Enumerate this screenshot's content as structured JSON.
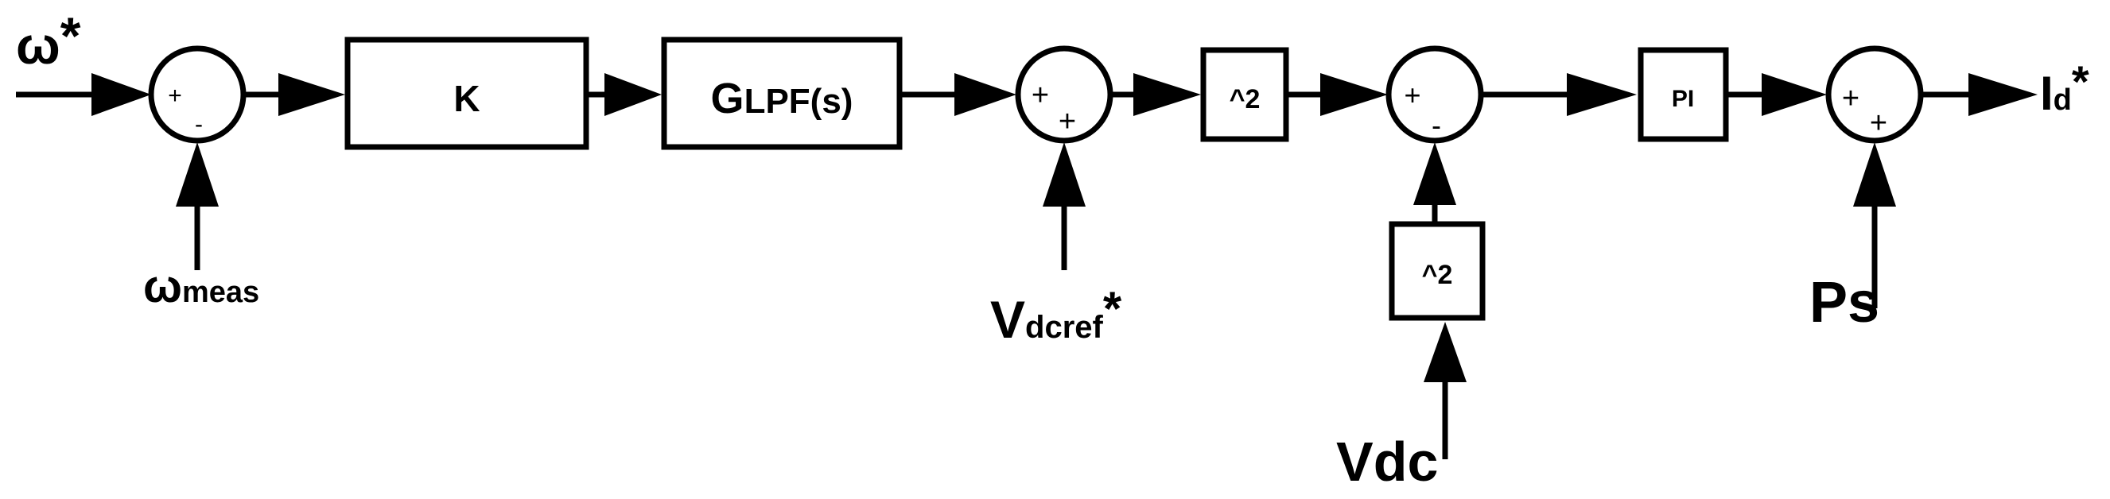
{
  "diagram": {
    "inputs": {
      "omega_ref": {
        "main": "ω",
        "star": "*"
      },
      "omega_meas": {
        "main": "ω",
        "sub": "meas"
      },
      "vdcref": {
        "main": "V",
        "sub": "dcref",
        "star": "*"
      },
      "vdc": {
        "main": "Vdc"
      },
      "ps": {
        "main": "Ps"
      }
    },
    "output": {
      "main": "I",
      "sub": "d",
      "star": "*"
    },
    "blocks": {
      "gain": "K",
      "lpf_main": "G",
      "lpf_rest": "LPF(s)",
      "square1": "^2",
      "square2": "^2",
      "pi": "PI"
    },
    "summers": {
      "s1": {
        "top": "+",
        "bottom": "-"
      },
      "s2": {
        "top": "+",
        "bottom": "+"
      },
      "s3": {
        "top": "+",
        "bottom": "-"
      },
      "s4": {
        "top": "+",
        "bottom": "+"
      }
    }
  }
}
